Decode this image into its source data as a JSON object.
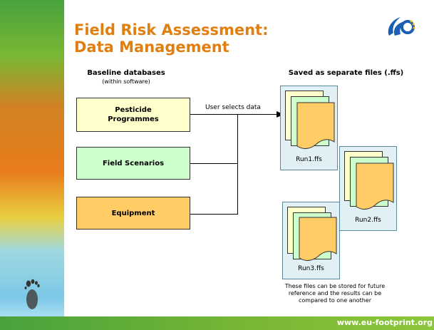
{
  "slide": {
    "title_line1": "Field Risk Assessment:",
    "title_line2": "Data Management",
    "url": "www.eu-footprint.org"
  },
  "left_column": {
    "header": "Baseline databases",
    "subheader": "(within software)",
    "boxes": [
      {
        "label_line1": "Pesticide",
        "label_line2": "Programmes",
        "color": "#ffffcc"
      },
      {
        "label": "Field Scenarios",
        "color": "#ccffcc"
      },
      {
        "label": "Equipment",
        "color": "#ffcc66"
      }
    ]
  },
  "connector": {
    "label": "User selects data"
  },
  "right_column": {
    "header": "Saved as separate files (.ffs)",
    "files": [
      {
        "name": "Run1.ffs"
      },
      {
        "name": "Run2.ffs"
      },
      {
        "name": "Run3.ffs"
      }
    ],
    "note": "These files can be stored for future reference and the results can be compared to one another"
  },
  "colors": {
    "title": "#e07f10",
    "doc_back": "#ffffcc",
    "doc_middle": "#ccffcc",
    "doc_front": "#ffcc66",
    "fileset_bg": "#e0f0f4"
  },
  "icons": [
    "eu-sixth-framework-logo-icon",
    "footprint-icon"
  ]
}
